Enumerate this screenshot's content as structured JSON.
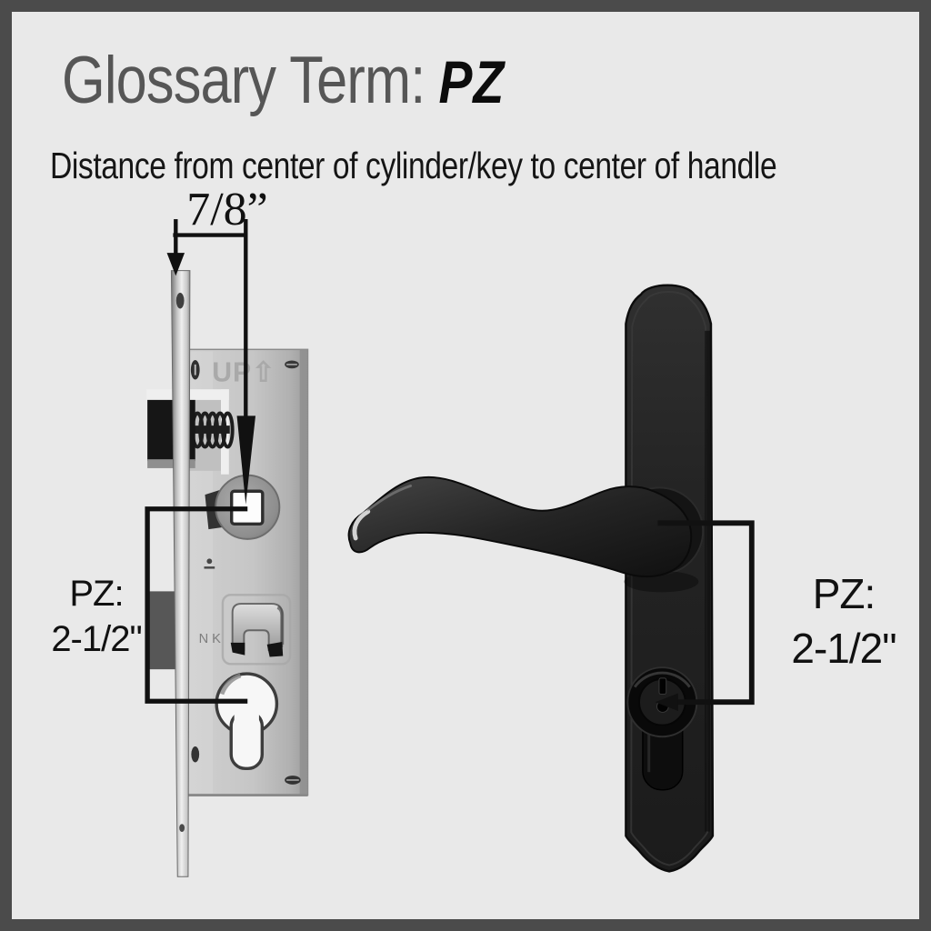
{
  "header": {
    "title_label": "Glossary Term:",
    "term": "PZ",
    "definition": "Distance from center of cylinder/key to center of handle"
  },
  "dimensions": {
    "top": {
      "label": "7/8”"
    },
    "left": {
      "line1": "PZ:",
      "line2": "2-1/2\""
    },
    "right": {
      "line1": "PZ:",
      "line2": "2-1/2\""
    }
  },
  "lock_stamps": {
    "up": "UP⇧",
    "mark": "NK"
  },
  "colors": {
    "frame_border": "#4b4b4b",
    "background": "#e9e9e9",
    "annotation_black": "#111111",
    "lock_metal_gray": "#c6c6c6",
    "handle_black": "#1e1e1e"
  }
}
